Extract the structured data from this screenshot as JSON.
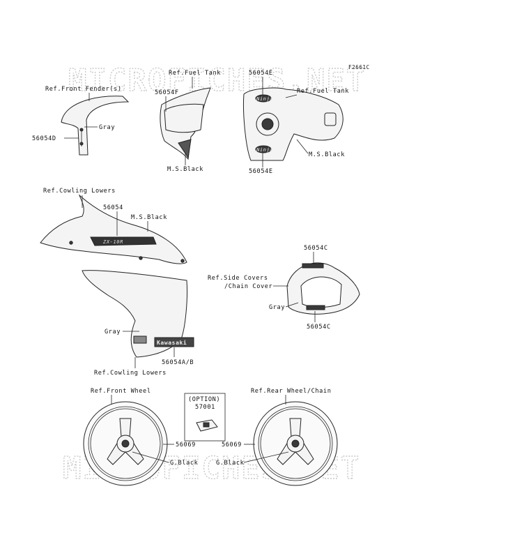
{
  "figure_code": "F2661C",
  "watermarks": [
    "MICROFICHES.NET",
    "MICROFICHES.NET"
  ],
  "labels": {
    "ref_front_fender": "Ref.Front Fender(s)",
    "gray_fender": "Gray",
    "p56054D": "56054D",
    "ref_fuel_tank_1": "Ref.Fuel Tank",
    "p56054F": "56054F",
    "ms_black_1": "M.S.Black",
    "p56054E_top": "56054E",
    "ref_fuel_tank_2": "Ref.Fuel Tank",
    "ms_black_2": "M.S.Black",
    "p56054E_bottom": "56054E",
    "ref_cowling_lowers_1": "Ref.Cowling Lowers",
    "p56054": "56054",
    "ms_black_3": "M.S.Black",
    "gray_cowl": "Gray",
    "ref_cowling_lowers_2": "Ref.Cowling Lowers",
    "p56054AB": "56054A/B",
    "p56054C_top": "56054C",
    "ref_side_covers": "Ref.Side Covers",
    "chain_cover": "/Chain Cover",
    "gray_seat": "Gray",
    "p56054C_bottom": "56054C",
    "ref_front_wheel": "Ref.Front Wheel",
    "p56069_front": "56069",
    "g_black_front": "G.Black",
    "option": "(OPTION)",
    "p57001": "57001",
    "ref_rear_wheel": "Ref.Rear Wheel/Chain",
    "p56069_rear": "56069",
    "g_black_rear": "G.Black"
  },
  "decals": {
    "ninja": "Ninja",
    "zx10r": "ZX-10R",
    "kawasaki": "Kawasaki"
  }
}
